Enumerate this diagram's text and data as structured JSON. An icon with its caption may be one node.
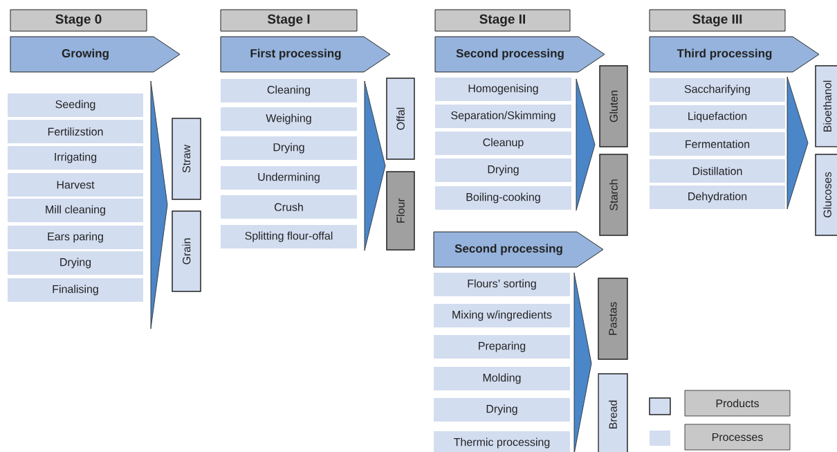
{
  "diagram": {
    "nodes": [
      {
        "text": [
          "Stage 0"
        ]
      },
      {
        "text": [
          "Growing"
        ]
      },
      {
        "text": [
          "Seeding"
        ]
      },
      {
        "text": [
          "Fertilizstion"
        ]
      },
      {
        "text": [
          "Irrigating"
        ]
      },
      {
        "text": [
          "Harvest"
        ]
      },
      {
        "text": [
          "Mill cleaning"
        ]
      },
      {
        "text": [
          "Ears paring"
        ]
      },
      {
        "text": [
          "Drying"
        ]
      },
      {
        "text": [
          "Finalising"
        ]
      },
      {
        "text": [],
        "shape": "triangle"
      },
      {
        "text": [
          "Straw"
        ]
      },
      {
        "text": [
          "Grain"
        ]
      },
      {
        "text": [
          "Stage I"
        ]
      },
      {
        "text": [
          "First processing"
        ]
      },
      {
        "text": [
          "Cleaning"
        ]
      },
      {
        "text": [
          "Weighing"
        ]
      },
      {
        "text": [
          "Drying"
        ]
      },
      {
        "text": [
          "Undermining"
        ]
      },
      {
        "text": [
          "Crush"
        ]
      },
      {
        "text": [
          "Splitting flour-offal"
        ]
      },
      {
        "text": [],
        "shape": "triangle"
      },
      {
        "text": [
          "Offal"
        ]
      },
      {
        "text": [
          "Flour"
        ]
      },
      {
        "text": [
          "Stage II"
        ]
      },
      {
        "text": [
          "Second processing"
        ]
      },
      {
        "text": [
          "Homogenising"
        ]
      },
      {
        "text": [
          "Separation/Skimming"
        ]
      },
      {
        "text": [
          "Cleanup"
        ]
      },
      {
        "text": [
          "Drying"
        ]
      },
      {
        "text": [
          "Boiling-cooking"
        ]
      },
      {
        "text": [],
        "shape": "triangle"
      },
      {
        "text": [
          "Gluten"
        ]
      },
      {
        "text": [
          "Starch"
        ]
      },
      {
        "text": [
          "Second processing"
        ]
      },
      {
        "text": [
          "Flours’ sorting"
        ]
      },
      {
        "text": [
          "Mixing w/ingredients"
        ]
      },
      {
        "text": [
          "Preparing"
        ]
      },
      {
        "text": [
          "Molding"
        ]
      },
      {
        "text": [
          "Drying"
        ]
      },
      {
        "text": [
          "Thermic processing"
        ]
      },
      {
        "text": [],
        "shape": "triangle"
      },
      {
        "text": [
          "Pastas"
        ]
      },
      {
        "text": [
          "Bread"
        ]
      },
      {
        "text": [
          "Stage III"
        ]
      },
      {
        "text": [
          "Third processing"
        ]
      },
      {
        "text": [
          "Saccharifying"
        ]
      },
      {
        "text": [
          "Liquefaction"
        ]
      },
      {
        "text": [
          "Fermentation"
        ]
      },
      {
        "text": [
          "Distillation"
        ]
      },
      {
        "text": [
          "Dehydration"
        ]
      },
      {
        "text": [],
        "shape": "triangle"
      },
      {
        "text": [
          "Bioethanol"
        ]
      },
      {
        "text": [
          "Glucoses"
        ]
      }
    ],
    "legend": [
      {
        "text": "Products"
      },
      {
        "text": "Processes",
        "color": "#d3ddf0"
      }
    ]
  }
}
